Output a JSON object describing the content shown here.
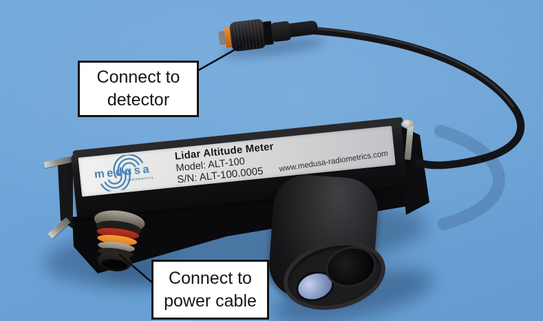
{
  "device_label": {
    "title": "Lidar Altitude Meter",
    "model": "Model: ALT-100",
    "serial": "S/N: ALT-100.0005",
    "website": "www.medusa-radiometrics.com",
    "logo": {
      "text": "medusa",
      "subtext": "radiometrics"
    }
  },
  "annotations": {
    "detector": {
      "line1": "Connect to",
      "line2": "detector"
    },
    "power": {
      "line1": "Connect to",
      "line2": "power cable"
    }
  },
  "colors": {
    "background": "#73a9dc",
    "annotation_bg": "#ffffff",
    "annotation_border": "#111111",
    "logo_blue": "#4583b5",
    "oring_orange": "#e07a1e",
    "oring_red": "#c23420"
  }
}
